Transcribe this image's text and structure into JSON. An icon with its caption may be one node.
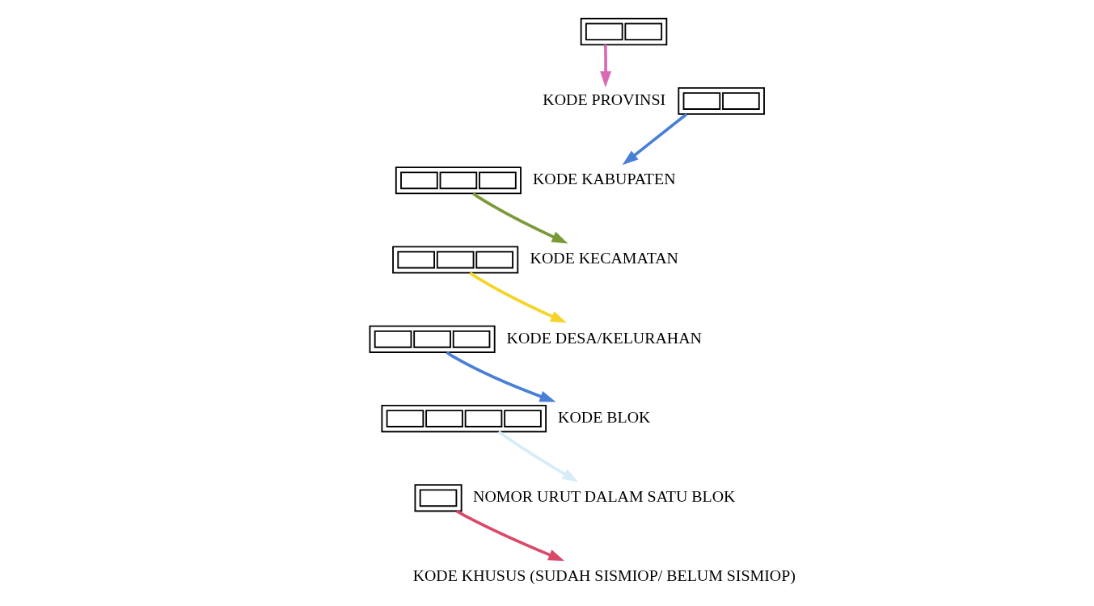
{
  "diagram": {
    "nodes": [
      {
        "text": [],
        "shape": "box"
      },
      {
        "text": [],
        "shape": "box",
        "in": 0
      },
      {
        "text": [],
        "shape": "box",
        "in": 0
      },
      {
        "text": [],
        "shape": "box"
      },
      {
        "text": [],
        "shape": "box",
        "in": 3
      },
      {
        "text": [],
        "shape": "box",
        "in": 3
      },
      {
        "text": [],
        "shape": "box"
      },
      {
        "text": [],
        "shape": "box",
        "in": 6
      },
      {
        "text": [],
        "shape": "box",
        "in": 6
      },
      {
        "text": [],
        "shape": "box",
        "in": 6
      },
      {
        "text": [],
        "shape": "box"
      },
      {
        "text": [],
        "shape": "box",
        "in": 10
      },
      {
        "text": [],
        "shape": "box",
        "in": 10
      },
      {
        "text": [],
        "shape": "box",
        "in": 10
      },
      {
        "text": [],
        "shape": "box"
      },
      {
        "text": [],
        "shape": "box",
        "in": 14
      },
      {
        "text": [],
        "shape": "box",
        "in": 14
      },
      {
        "text": [],
        "shape": "box",
        "in": 14
      },
      {
        "text": [],
        "shape": "box"
      },
      {
        "text": [],
        "shape": "box",
        "in": 18
      },
      {
        "text": [],
        "shape": "box",
        "in": 18
      },
      {
        "text": [],
        "shape": "box",
        "in": 18
      },
      {
        "text": [],
        "shape": "box",
        "in": 18
      },
      {
        "text": [],
        "shape": "box"
      },
      {
        "text": [],
        "shape": "box",
        "in": 23
      },
      {
        "text": [
          "KODE PROVINSI"
        ]
      },
      {
        "text": [
          "KODE KABUPATEN"
        ]
      },
      {
        "text": [
          "KODE KECAMATAN"
        ]
      },
      {
        "text": [
          "KODE DESA/KELURAHAN"
        ]
      },
      {
        "text": [
          "KODE BLOK"
        ]
      },
      {
        "text": [
          "NOMOR URUT DALAM SATU BLOK"
        ]
      },
      {
        "text": [
          "KODE KHUSUS (SUDAH SISMIOP/ BELUM SISMIOP)"
        ]
      }
    ],
    "edges": [
      {
        "from": 0,
        "to": 25,
        "arrow": "to",
        "color": "#d96bb5"
      },
      {
        "from": 3,
        "to": 26,
        "arrow": "to",
        "color": "#4a7fd6"
      },
      {
        "from": 6,
        "to": 27,
        "arrow": "to",
        "color": "#7a9a3a"
      },
      {
        "from": 10,
        "to": 28,
        "arrow": "to",
        "color": "#f5d42a"
      },
      {
        "from": 14,
        "to": 29,
        "arrow": "to",
        "color": "#4a7fd6"
      },
      {
        "from": 18,
        "to": 30,
        "arrow": "to",
        "color": "#d6ecf8"
      },
      {
        "from": 23,
        "to": 31,
        "arrow": "to",
        "color": "#d94a68"
      }
    ]
  }
}
